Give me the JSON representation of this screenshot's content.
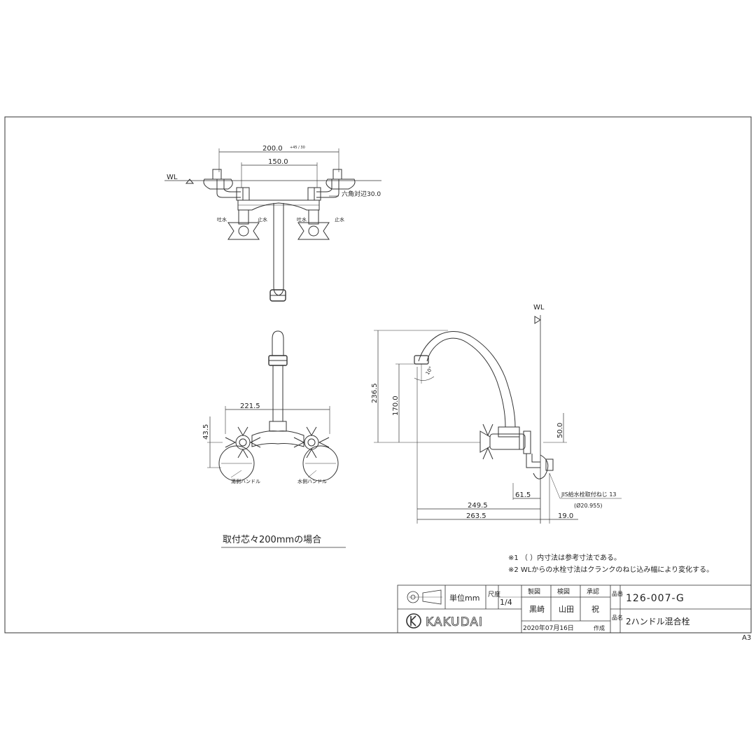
{
  "top_view": {
    "wl_label": "WL",
    "dim_overall": "200.0",
    "dim_overall_tol": "+45 / 30",
    "dim_center": "150.0",
    "hex_label": "六角対辺30.0",
    "left_handle_labels": [
      "吐水",
      "止水"
    ],
    "right_handle_labels": [
      "吐水",
      "止水"
    ]
  },
  "front_view": {
    "dim_width": "221.5",
    "dim_height": "43.5",
    "hot_label": "湯側ハンドル",
    "cold_label": "水側ハンドル"
  },
  "side_view": {
    "wl_label": "WL",
    "angle_label": "10°",
    "dim_v1": "236.5",
    "dim_v2": "170.0",
    "dim_v3": "50.0",
    "dim_h1": "61.5",
    "dim_h2": "249.5",
    "dim_h3": "263.5",
    "dim_h4": "19.0",
    "jis_label": "JIS給水栓取付ねじ 13",
    "jis_sub": "(Ø20.955)"
  },
  "caption": "取付芯々200mmの場合",
  "notes": [
    "※1 （ ）内寸法は参考寸法である。",
    "※2 WLからの水栓寸法はクランクのねじ込み幅により変化する。"
  ],
  "title_block": {
    "unit_label": "単位mm",
    "scale_label": "尺度",
    "scale_value": "1/4",
    "col_drawn": "製図",
    "col_checked": "検図",
    "col_approved": "承認",
    "name_drawn": "黒崎",
    "name_checked": "山田",
    "name_approved": "祝",
    "part_no_label": "品番",
    "part_no": "126-007-G",
    "product_label": "品名",
    "product_name": "2ハンドル混合栓",
    "date": "2020年07月16日",
    "date_suffix": "作成",
    "brand": "KAKUDAI"
  },
  "sheet_size": "A3"
}
